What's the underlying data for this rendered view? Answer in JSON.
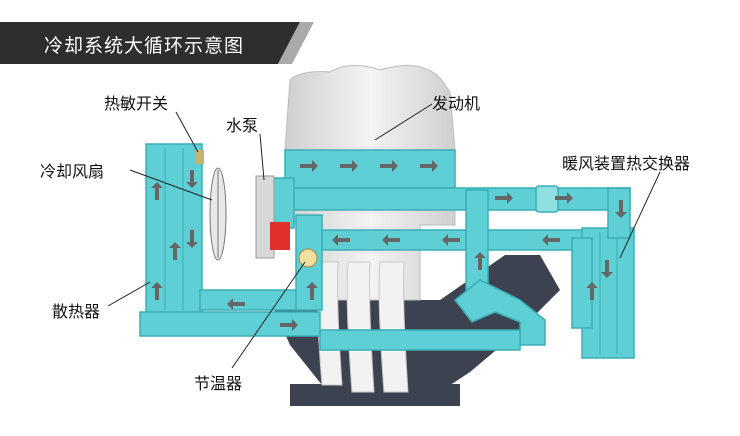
{
  "title": "冷却系统大循环示意图",
  "labels": {
    "thermo_switch": "热敏开关",
    "water_pump": "水泵",
    "engine": "发动机",
    "cooling_fan": "冷却风扇",
    "heater_core": "暖风装置热交换器",
    "radiator": "散热器",
    "thermostat": "节温器"
  },
  "colors": {
    "coolant": "#5ecfd4",
    "coolant_edge": "#3aaeb5",
    "arrow": "#666666",
    "engine_gray": "#e6e6e6",
    "dark_block": "#3d4250",
    "pump_red": "#e0302b",
    "leader_line": "#222222",
    "title_bg": "#2e2e2e"
  }
}
